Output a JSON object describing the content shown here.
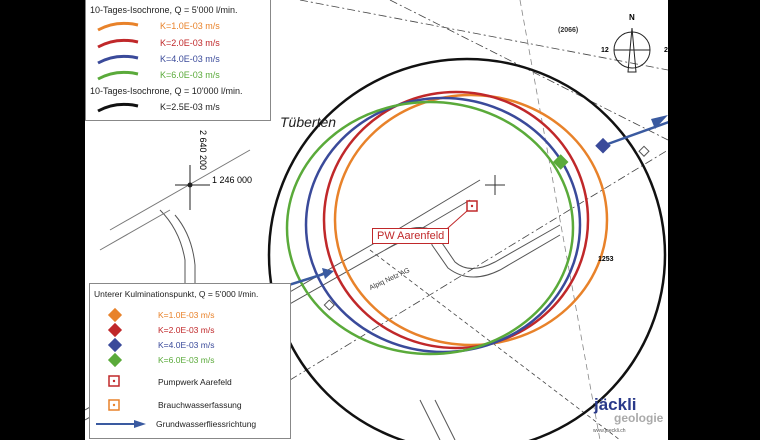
{
  "legend_isochrone": {
    "title_5000": "10-Tages-Isochrone, Q = 5'000 l/min.",
    "items_5000": [
      {
        "label": "K=1.0E-03 m/s",
        "color": "#e8822a"
      },
      {
        "label": "K=2.0E-03 m/s",
        "color": "#c0282a"
      },
      {
        "label": "K=4.0E-03 m/s",
        "color": "#3a4a9a"
      },
      {
        "label": "K=6.0E-03 m/s",
        "color": "#5aaa3a"
      }
    ],
    "title_10000": "10-Tages-Isochrone, Q = 10'000 l/min.",
    "item_10000": {
      "label": "K=2.5E-03 m/s",
      "color": "#111111"
    }
  },
  "legend_kulmination": {
    "title": "Unterer Kulminationspunkt, Q = 5'000 l/min.",
    "items": [
      {
        "label": "K=1.0E-03 m/s",
        "color": "#e8822a"
      },
      {
        "label": "K=2.0E-03 m/s",
        "color": "#c0282a"
      },
      {
        "label": "K=4.0E-03 m/s",
        "color": "#3a4a9a"
      },
      {
        "label": "K=6.0E-03 m/s",
        "color": "#5aaa3a"
      }
    ],
    "pumpwerk": "Pumpwerk Aarefeld",
    "brauchwasser": "Brauchwasserfassung",
    "flow": "Grundwasserfliessrichtung"
  },
  "map": {
    "place": "Tüberten",
    "coord_y": "2 640 200",
    "coord_x": "1 246 000",
    "station_label": "PW Aarenfeld",
    "road_label": "Alpiq Netz AG",
    "road_number": "(2066)",
    "parcel": "1253",
    "compass_n": "N",
    "compass_w": "12",
    "compass_e": "2"
  },
  "logo": {
    "name1": "jäckli",
    "name2": "geologie",
    "url": "www.jaeckli.ch"
  }
}
